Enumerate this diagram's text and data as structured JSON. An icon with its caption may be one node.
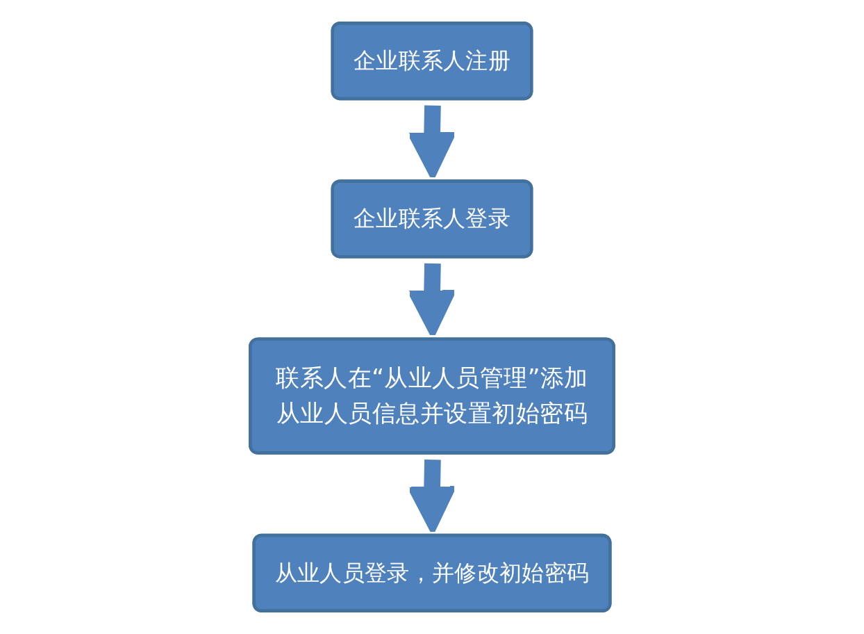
{
  "diagram": {
    "nodes": [
      {
        "text": [
          "企业联系人注册"
        ]
      },
      {
        "text": [
          "企业联系人登录"
        ]
      },
      {
        "text": [
          "联系人在“从业人员管理”添加从业人员信息并设置初始密码"
        ]
      },
      {
        "text": [
          "从业人员登录，并修改初始密码"
        ]
      }
    ],
    "edges": [
      {
        "from": 0,
        "to": 1,
        "arrow": "to"
      },
      {
        "from": 1,
        "to": 2,
        "arrow": "to"
      },
      {
        "from": 2,
        "to": 3,
        "arrow": "to"
      }
    ]
  }
}
